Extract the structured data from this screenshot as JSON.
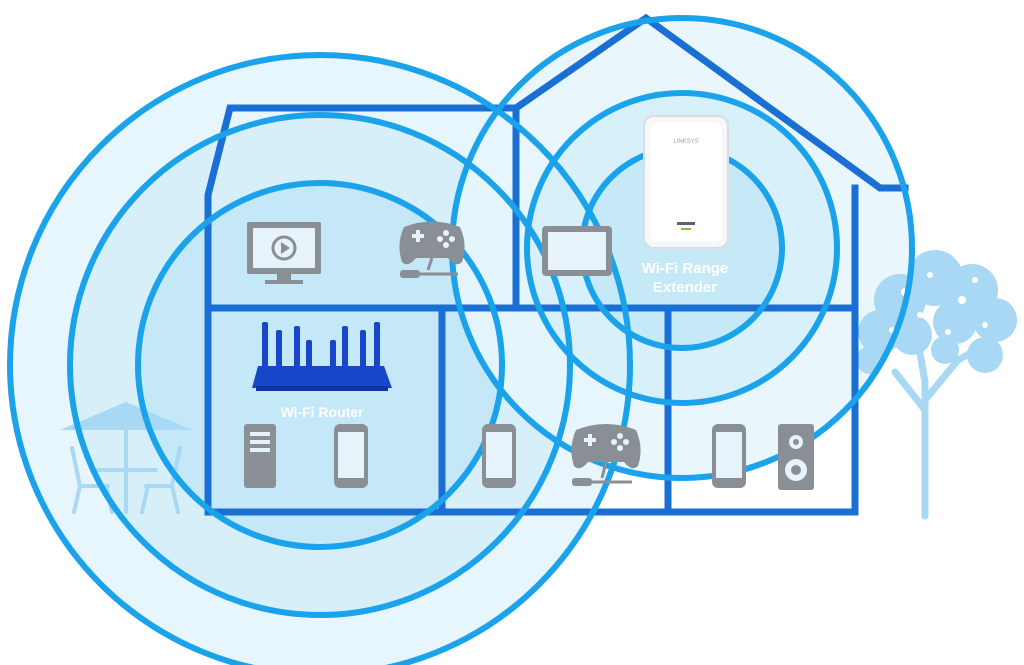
{
  "labels": {
    "router": "Wi-Fi Router",
    "extender_line1": "Wi-Fi Range",
    "extender_line2": "Extender",
    "extender_brand": "LINKSYS"
  },
  "colors": {
    "house_outline": "#1a6fd4",
    "signal_ring": "#1aa2ea",
    "signal_fill": "#bfe6f7",
    "router_body": "#1747c8",
    "device_gray": "#8a8f96",
    "tree": "#a8d8f4",
    "label_text": "#ffffff"
  },
  "icons": {
    "living_room": [
      "monitor-icon",
      "gamepad-icon"
    ],
    "upstairs_right": [
      "tablet-icon",
      "range-extender-icon"
    ],
    "router_room": [
      "router-icon",
      "desktop-tower-icon",
      "smartphone-icon"
    ],
    "middle_room": [
      "smartphone-icon",
      "gamepad-icon"
    ],
    "right_room": [
      "smartphone-icon",
      "speaker-icon"
    ],
    "outdoors": [
      "patio-umbrella-table-icon",
      "tree-icon"
    ]
  }
}
